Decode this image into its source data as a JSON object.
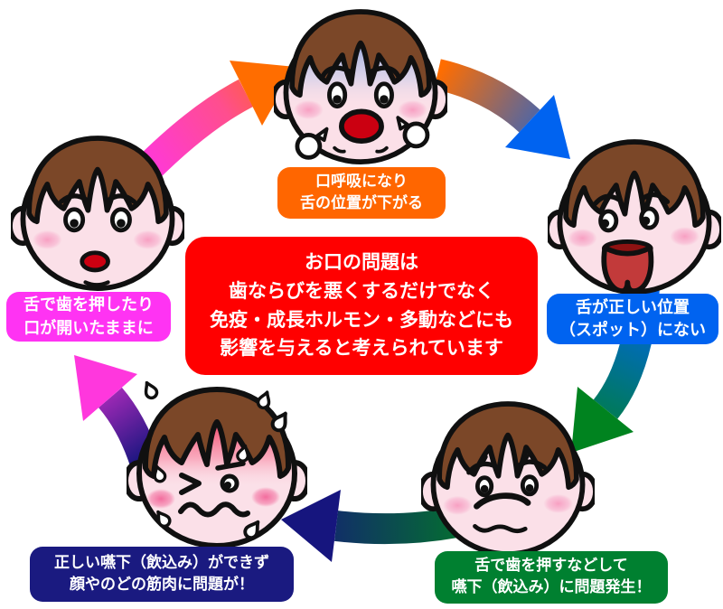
{
  "diagram": {
    "name": "oral-problems-vicious-cycle",
    "center_box": {
      "bg_color": "#FF0000",
      "text_color": "#FFFFFF",
      "lines": [
        "お口の問題は",
        "歯ならびを悪くするだけでなく",
        "免疫・成長ホルモン・多動などにも",
        "影響を与えると考えられています"
      ]
    },
    "stages": [
      {
        "name": "mouth-breathing",
        "position": "top",
        "label_color": "#FF6600",
        "face_expression": "open-mouth-breathing-blue-forehead-puffs",
        "lines": [
          "口呼吸になり",
          "舌の位置が下がる"
        ]
      },
      {
        "name": "tongue-wrong-position",
        "position": "right",
        "label_color": "#0063F0",
        "face_expression": "tongue-sticking-out-eyes-sideways",
        "lines": [
          "舌が正しい位置",
          "（スポット）にない"
        ]
      },
      {
        "name": "swallowing-problem",
        "position": "bottom-right",
        "label_color": "#008030",
        "face_expression": "sad-frown-wrinkled-chin",
        "lines": [
          "舌で歯を押すなどして",
          "嚥下（飲込み）に問題発生！"
        ]
      },
      {
        "name": "muscle-problem",
        "position": "bottom-left",
        "label_color": "#1A1A80",
        "face_expression": "distressed-sweating-red-forehead",
        "lines": [
          "正しい嚥下（飲込み）ができず",
          "顔やのどの筋肉に問題が！"
        ]
      },
      {
        "name": "tongue-pushing-teeth",
        "position": "left",
        "label_color": "#FF33F3",
        "face_expression": "mouth-slightly-open",
        "lines": [
          "舌で歯を押したり",
          "口が開いたままに"
        ]
      }
    ],
    "arrows": [
      {
        "name": "arrow-left-to-top",
        "gradient": [
          "#FF37DD",
          "#FF6D00"
        ]
      },
      {
        "name": "arrow-top-to-right",
        "gradient": [
          "#FF6D00",
          "#0063F0"
        ]
      },
      {
        "name": "arrow-right-to-bottom-right",
        "gradient": [
          "#0063F0",
          "#00831F"
        ]
      },
      {
        "name": "arrow-bottom-right-to-bottom-left",
        "gradient": [
          "#00831F",
          "#16157E"
        ]
      },
      {
        "name": "arrow-bottom-left-to-left",
        "gradient": [
          "#16157E",
          "#FF37DD"
        ]
      }
    ]
  }
}
